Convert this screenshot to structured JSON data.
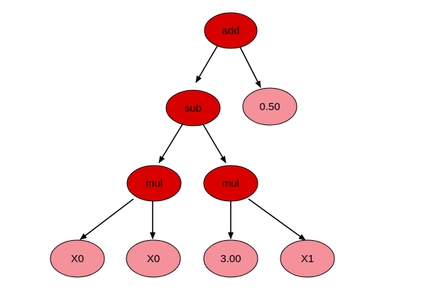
{
  "diagram": {
    "type": "expression-tree",
    "colors": {
      "operator": "#d90000",
      "leaf": "#f4919b",
      "edge": "#000000"
    },
    "nodes": {
      "add": "add",
      "sub": "sub",
      "const_050": "0.50",
      "mul_left": "mul",
      "mul_right": "mul",
      "x0_a": "X0",
      "x0_b": "X0",
      "const_300": "3.00",
      "x1": "X1"
    },
    "edges": [
      [
        "add",
        "sub"
      ],
      [
        "add",
        "const_050"
      ],
      [
        "sub",
        "mul_left"
      ],
      [
        "sub",
        "mul_right"
      ],
      [
        "mul_left",
        "x0_a"
      ],
      [
        "mul_left",
        "x0_b"
      ],
      [
        "mul_right",
        "const_300"
      ],
      [
        "mul_right",
        "x1"
      ]
    ]
  }
}
